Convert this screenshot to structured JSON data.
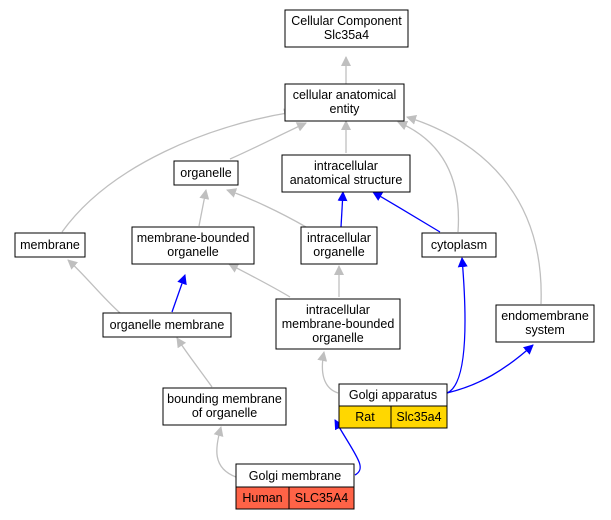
{
  "colors": {
    "edge_is_a": "#bfbfbf",
    "edge_part_of": "#0000ff",
    "rat_badge": "#ffd700",
    "human_badge": "#ff6347"
  },
  "nodes": {
    "cellular_component": [
      "Cellular Component",
      "Slc35a4"
    ],
    "cellular_anatomical_entity": [
      "cellular anatomical",
      "entity"
    ],
    "organelle": [
      "organelle"
    ],
    "intracellular_anatomical_structure": [
      "intracellular",
      "anatomical structure"
    ],
    "membrane": [
      "membrane"
    ],
    "membrane_bounded_organelle": [
      "membrane-bounded",
      "organelle"
    ],
    "intracellular_organelle": [
      "intracellular",
      "organelle"
    ],
    "cytoplasm": [
      "cytoplasm"
    ],
    "organelle_membrane": [
      "organelle membrane"
    ],
    "intracellular_membrane_bounded_organelle": [
      "intracellular",
      "membrane-bounded",
      "organelle"
    ],
    "endomembrane_system": [
      "endomembrane",
      "system"
    ],
    "golgi_apparatus": [
      "Golgi apparatus"
    ],
    "bounding_membrane_of_organelle": [
      "bounding membrane",
      "of organelle"
    ],
    "golgi_membrane": [
      "Golgi membrane"
    ]
  },
  "badges": {
    "golgi_apparatus": {
      "species": "Rat",
      "gene": "Slc35a4"
    },
    "golgi_membrane": {
      "species": "Human",
      "gene": "SLC35A4"
    }
  }
}
